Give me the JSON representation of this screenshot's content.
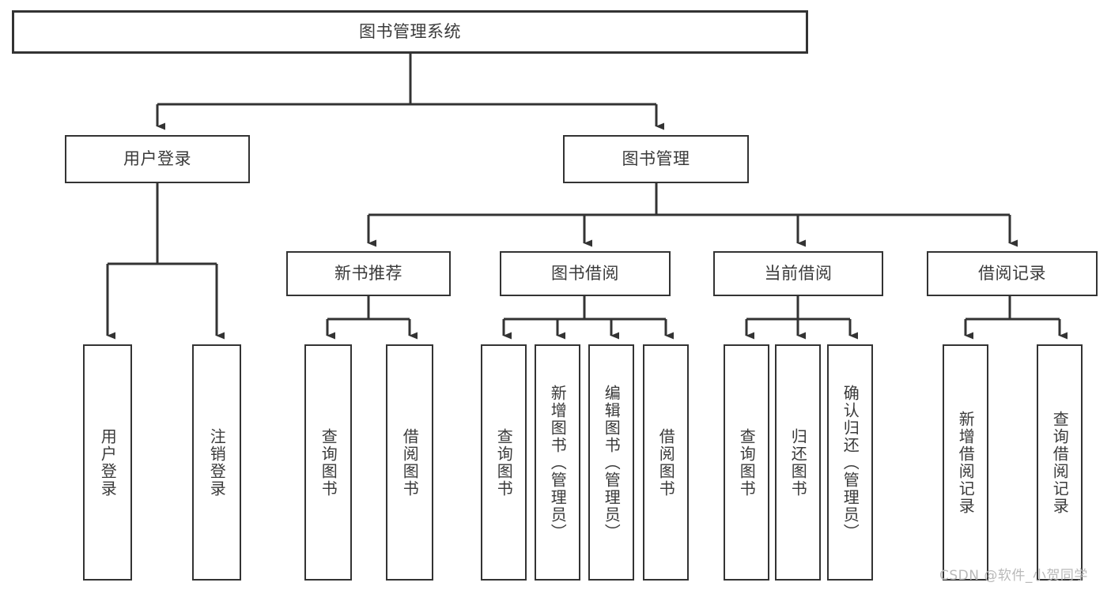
{
  "diagram": {
    "title": "图书管理系统",
    "type": "tree-hierarchy",
    "watermark": "CSDN @软件_小贺同学",
    "colors": {
      "background": "#ffffff",
      "box_border": "#333333",
      "text": "#3a3a3a",
      "connector": "#333333",
      "watermark": "#b9b9b9"
    },
    "nodes": {
      "root": {
        "label": "图书管理系统"
      },
      "level1": [
        {
          "id": "user-login",
          "label": "用户登录"
        },
        {
          "id": "book-manage",
          "label": "图书管理"
        }
      ],
      "level2": [
        {
          "id": "new-book-recommend",
          "label": "新书推荐",
          "parent": "book-manage"
        },
        {
          "id": "book-borrow",
          "label": "图书借阅",
          "parent": "book-manage"
        },
        {
          "id": "current-borrow",
          "label": "当前借阅",
          "parent": "book-manage"
        },
        {
          "id": "borrow-record",
          "label": "借阅记录",
          "parent": "book-manage"
        }
      ],
      "leaves": [
        {
          "id": "leaf-user-login",
          "label": "用户登录",
          "parent": "user-login"
        },
        {
          "id": "leaf-logout-login",
          "label": "注销登录",
          "parent": "user-login"
        },
        {
          "id": "leaf-query-book-1",
          "label": "查询图书",
          "parent": "new-book-recommend"
        },
        {
          "id": "leaf-borrow-book-1",
          "label": "借阅图书",
          "parent": "new-book-recommend"
        },
        {
          "id": "leaf-query-book-2",
          "label": "查询图书",
          "parent": "book-borrow"
        },
        {
          "id": "leaf-add-book",
          "label": "新增图书（管理员）",
          "parent": "book-borrow"
        },
        {
          "id": "leaf-edit-book",
          "label": "编辑图书（管理员）",
          "parent": "book-borrow"
        },
        {
          "id": "leaf-borrow-book-2",
          "label": "借阅图书",
          "parent": "book-borrow"
        },
        {
          "id": "leaf-query-book-3",
          "label": "查询图书",
          "parent": "current-borrow"
        },
        {
          "id": "leaf-return-book",
          "label": "归还图书",
          "parent": "current-borrow"
        },
        {
          "id": "leaf-confirm-return",
          "label": "确认归还（管理员）",
          "parent": "current-borrow"
        },
        {
          "id": "leaf-add-record",
          "label": "新增借阅记录",
          "parent": "borrow-record"
        },
        {
          "id": "leaf-query-record",
          "label": "查询借阅记录",
          "parent": "borrow-record"
        }
      ]
    }
  }
}
